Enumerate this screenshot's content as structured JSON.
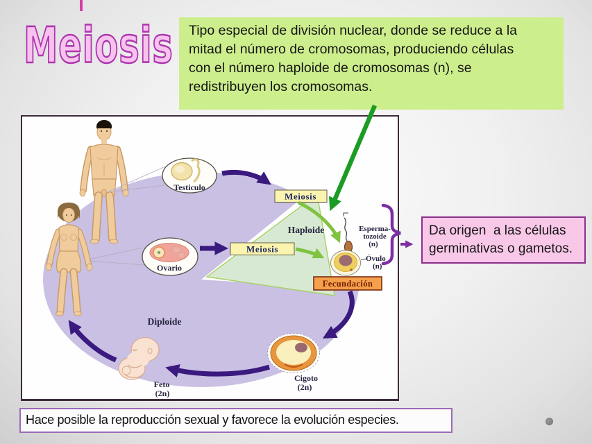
{
  "slide": {
    "title": "Meiosis",
    "definition": "Tipo especial de división nuclear, donde se reduce a la\nmitad el número de cromosomas, produciendo células\ncon el número haploide de cromosomas (n), se\nredistribuyen los cromosomas.",
    "gametes_note": "Da origen  a las células\ngerminativas o gametos.",
    "conclusion": "Hace posible la reproducción sexual y favorece la evolución especies."
  },
  "diagram": {
    "testiculo": "Testiculo",
    "ovario": "Ovario",
    "meiosis_top": "Meiosis",
    "meiosis_bottom": "Meiosis",
    "haploide": "Haploide",
    "diploide": "Diploide",
    "esperma_l1": "Esperma-",
    "esperma_l2": "tozoide",
    "esperma_n": "(n)",
    "ovulo": "Óvulo",
    "ovulo_n": "(n)",
    "fecundacion": "Fecundación",
    "cigoto": "Cigoto",
    "cigoto_n": "(2n)",
    "feto": "Feto",
    "feto_n": "(2n)"
  },
  "colors": {
    "title_fill": "#f8c2ee",
    "title_outline": "#ad37ae",
    "definition_bg": "#cdee8c",
    "gametes_bg": "#f9c8e8",
    "gametes_border": "#8b2f8b",
    "bottom_border": "#9a6ab8",
    "diploid_circle": "#c9c0e3",
    "haploid_wedge": "#d8e9d3",
    "cycle_arrow": "#3a1a7e",
    "meiosis_arrow": "#7fc341",
    "definition_arrow": "#1c9c24",
    "brace": "#7c2fa3",
    "meiosis_box_bg": "#faf4ae",
    "fecundacion_bg": "#f5a04a"
  }
}
